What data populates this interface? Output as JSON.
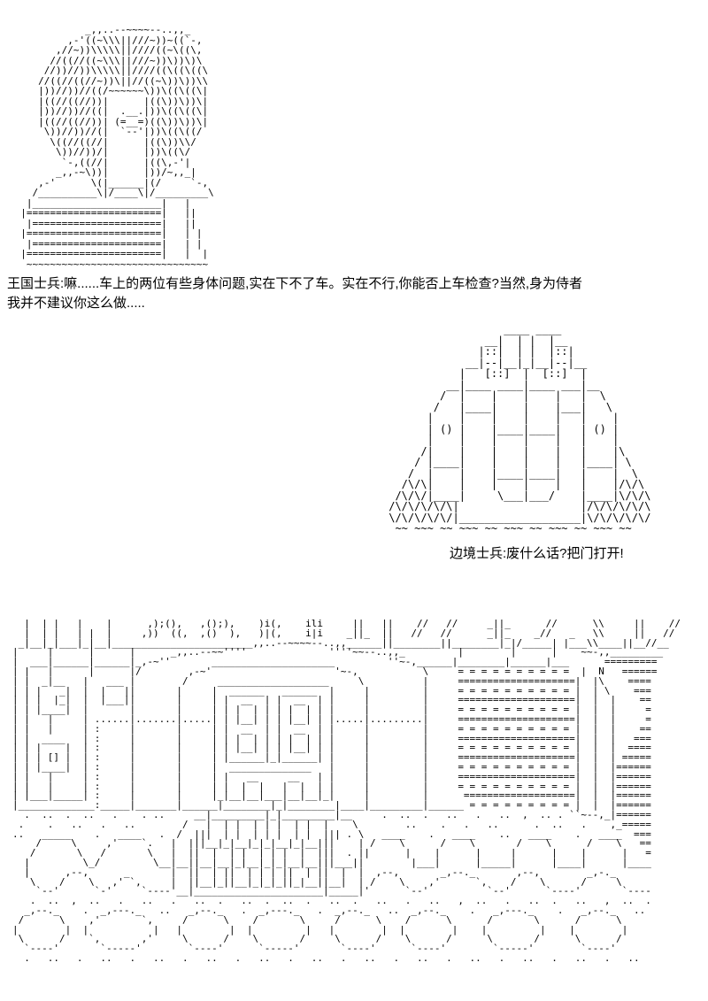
{
  "page": {
    "background": "#ffffff",
    "ink": "#000000"
  },
  "dialogue": {
    "kingdom_soldier": {
      "line1": "王国士兵:嘛......车上的两位有些身体问题,实在下不了车。实在不行,你能否上车检查?当然,身为侍者",
      "line2": "我并不建议你这么做....."
    },
    "border_soldier": "边境士兵:废什么话?把门打开!"
  },
  "art": {
    "kingdom_soldier": [
      "             _,,..--~~~~--..,,_",
      "          ,-'((~\\\\\\||///~))~((`-,",
      "        ,//~))\\\\\\\\\\||////((~\\((\\,",
      "       //((//((~\\\\\\||///~))\\))\\)\\",
      "      //))//))\\\\\\\\\\||////((\\((\\((\\",
      "     //((//((//~))\\||//((~\\))\\))\\\\",
      "     |))//))//((/~~~~~~\\))\\((\\((\\|",
      "     |((//((//))|      |((\\))\\))\\|",
      "     |))//))//((|  .__.|))\\((\\((\\|",
      "     |((//((//))| (=__=)((\\))\\))\\|",
      "      \\))//))//(|  `--'|))\\((\\((/",
      "       \\((//((//|      |((\\))\\\\/",
      "        \\))//))/|      |))\\((\\/",
      "         `-,((//|      |((\\,-'|",
      "        _,,-~\\))|      |))/~,,_|",
      "     ,-'      \\(|______|(/     `-,",
      "    /__________\\|/____\\|/_________\\",
      "   |______________________|   |",
      "  |=======================|   ||",
      "   |======================|   ||",
      "  |=======================|   | |",
      "   |======================|   | |",
      "  |=======================|   |  |",
      "   ~~~~~~~~~~~~~~~~~~~~~~~~~~~~~~~"
    ],
    "border_soldier": [
      "                   ____ ____",
      "                __|  | |  |__",
      "               |::|  | |  |::|",
      "             __|--|__|_|__|--|__",
      "            |   [::]  |  [::]  |",
      "          __|____ ____|____ ___|__",
      "         /  |    |    |    |   |  \\",
      "        /   |____|    |    |___|   \\",
      "       |    |    |    |    |   |    |",
      "       | () |    |____|____|   | () |",
      "       |    |    |    |    |   |    |",
      "      /|    |    |    |    |   |    |\\",
      "     / |____|    |    |    |   |____| \\",
      "    /  |    |    |____|____|   |    |  \\",
      "   /\\/\\|    |    |    |    |   |    |/\\/\\",
      "  /\\/\\/|____|     \\___|___/    |____|\\/\\/\\",
      " /\\/\\/\\/\\/\\|                   |/\\/\\/\\/\\/\\",
      " \\/\\/\\/\\/\\/|___________________|\\/\\/\\/\\/\\/",
      "  ~~ ~~~ ~~ ~~~ ~~ ~~~ ~~ ~~~ ~~ ~~~ ~~"
    ],
    "gate_scene": [
      "  |  | |   |    |      ,);(),   ,();),    )i(,    ili     ||   ||    //   //     _||_      //      \\\\     ||    //",
      "  |  | |   | |  |     ,))  ((,  ,()  ),   )|(,    i|i    _||_  ||   //   //      _||_    _//   _   \\\\     ||   //",
      " _|__|_|___|_|__|________________________,,..--~~~~--..,,______||________||________|_|/_____| |___\\\\____||__//__",
      "|     |      |      |      _,,..--~~''''              ''''~~--..,,_         |        |      |    ~~-,,_________",
      "|  ___|______|______|_,-~''       _____________________         ''~-,______|________|______|___      =========",
      "| |   |      |      |/        ,-~'                     '~-,           \\     = = = = = = = = = =  |  N   ======",
      "| |  _|__   |   ___ |        /     ___________________     \\          |     ====================|  |\\    ====",
      "| | |   _|  |  |   ||       |     |  ______   ______  |     |         |     = = = = = = = = = = |  | \\    ===",
      "| | |  |_|  |  |___||       |     | |  __  | |  __  | |     |         |     ====================|  |  |    ==",
      "| | |____|  |       |       |     | | |  | | | |  | | |     |         |     = = = = = = = = = = |  |  |     =",
      "| |   |     | ......|.......|.....| | |__| | | |__| | |.....|.........|     ====================|  |  |     =",
      "| |   |     | :     |       |     | |  __  | |  __  | |     |         |     = = = = = = = = = = |  |  |    ==",
      "| |  ____   | :     |       |     | | |  | | | |  | | |     |         |     ====================|  |  |   ===",
      "| | |    |  | :     |       |     | | |__| | | |__| | |     |         |     = = = = = = = = = = |  |  |  ====",
      "| | | [] |  | :     |       |     | |______|_|______| |     |         |     ====================|  |  | =====",
      "| | |____|  | :     |       |     |  ______________   |     |         |     = = = = = = = = = = |  |  |======",
      "| |   |     | :     |       |     | |   __     __   | |     |         |     ====================|  |  |======",
      "| |   |     | :     |       |     | |  |  |   |  |  | |     |         |     = = = = = = = = = = |  |  |======",
      "| |___|_____| :     |       |     |_|__|__|___|__|__|_|     |         |      ===================|  |  |======",
      "|_____________:_____|_______|______|________|_|________|____|_________|______ = = = = = = = = = |  |  |======",
      "  .  ..  .  ..   .    . ..     __|_________|_|_________|__     .  ..  .   ..   .   ..  ,  .. . ``~--,_|======",
      " .    .   ..   .   ..        /   |  | |  | | |  | |  |    \\        ..    .   .   ..      .  ..   .    ,_=====",
      "..   _____    .   ____   .  /  |||  | |  | | |  | |  ||| . \\   ____    .   ____    ..   ____    .   ____  ===",
      "    /     \\     ,'    `.   |  |||__|_|__|_|_|__|_|__|||    | /    \\      /    \\       /    \\      /    \\   ==",
      "   /       \\   /       \\   |  ||  |  | |  | | |  |  |||  . ||      |    |      |     |      |    |      |   =",
      "  |         \\_/         \\__|__||__|__|_|__|_|_|__|__|||___||        |___|      |_____|      |____|      |____",
      "  |      ,--,      _       |  ||  | ||  | | | ||  | ||  |  |  ,--,       _,--._       ,--,        _,-._      ",
      "   \\    /    \\   ,' `,     |  ||__|_||__|_|_|_||_|__||__|  | /    \\    ,'      `,    /    \\      /     \\     ",
      "    `--'      `-'     `----'__|______________________|_____|'      `--'          `--'      `----'       `----",
      "   .  ..  ,  ..   .   ..   .   ..  .   ..  .  ..  .   ..  .   ..   .   ..   ,  ..   .   ..  .   ..   ,  ..  .",
      "  _,--._    .  _,---._   ..   _,--._   .  _,---._   .  _,--._   ..  _,--._    .   _,---._    .   _,--._   .. ",
      " /      \\    ,'       `,     /      \\    /       \\     /      \\    /      \\      /       \\      /      \\     ",
      "|        |  |           |   |        |  |         |   |        |  |        |    |         |    |        |    ",
      " \\      /    `,       ,'     \\      /    \\       /     \\      /    \\      /      \\       /      \\      /     ",
      "  `----'       `-----'        `----'      `-----'       `----'      `----'        `-----'        `----'      ",
      "  .   ..   .   ..   .   ..   .   ..   .   ..   .   ..   .   ..   .   ..   .   ..   .   ..   .   ..   .   ..  "
    ]
  }
}
